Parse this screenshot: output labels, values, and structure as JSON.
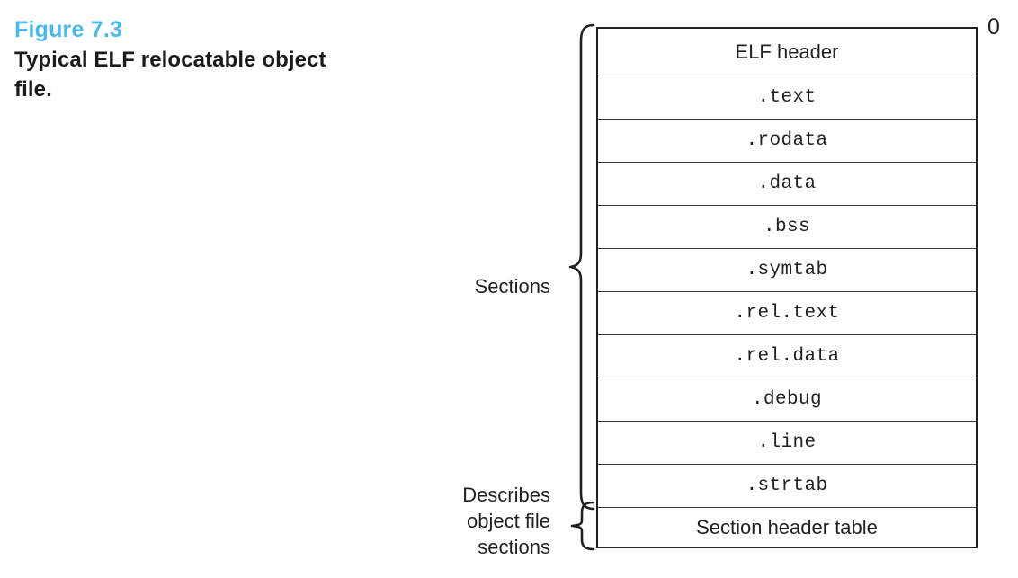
{
  "caption": {
    "figure_number": "Figure 7.3",
    "title": "Typical ELF relocatable object file."
  },
  "annotations": {
    "sections_label": "Sections",
    "describes_label_line1": "Describes",
    "describes_label_line2": "object file",
    "describes_label_line3": "sections",
    "origin_offset": "0"
  },
  "diagram": {
    "rows": [
      {
        "name": "elf-header",
        "label": "ELF header",
        "style": "prop"
      },
      {
        "name": "text",
        "label": ".text",
        "style": "mono"
      },
      {
        "name": "rodata",
        "label": ".rodata",
        "style": "mono"
      },
      {
        "name": "data",
        "label": ".data",
        "style": "mono"
      },
      {
        "name": "bss",
        "label": ".bss",
        "style": "mono"
      },
      {
        "name": "symtab",
        "label": ".symtab",
        "style": "mono"
      },
      {
        "name": "rel-text",
        "label": ".rel.text",
        "style": "mono"
      },
      {
        "name": "rel-data",
        "label": ".rel.data",
        "style": "mono"
      },
      {
        "name": "debug",
        "label": ".debug",
        "style": "mono"
      },
      {
        "name": "line",
        "label": ".line",
        "style": "mono"
      },
      {
        "name": "strtab",
        "label": ".strtab",
        "style": "mono"
      },
      {
        "name": "section-header-table",
        "label": "Section header table",
        "style": "prop"
      }
    ]
  },
  "colors": {
    "figure_number": "#4FB8E8",
    "text": "#231f20",
    "border": "#231f20",
    "background": "#ffffff"
  }
}
